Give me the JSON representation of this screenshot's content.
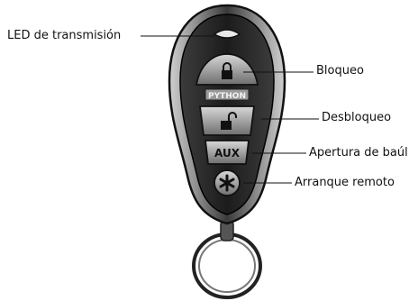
{
  "labels": {
    "led": "LED de transmisión",
    "lock": "Bloqueo",
    "unlock": "Desbloqueo",
    "trunk": "Apertura de baúl",
    "remote_start": "Arranque remoto"
  },
  "device": {
    "brand": "PYTHON",
    "aux_button_text": "AUX",
    "lock_icon": "padlock-closed-icon",
    "unlock_icon": "padlock-open-icon",
    "start_icon": "asterisk-icon"
  }
}
